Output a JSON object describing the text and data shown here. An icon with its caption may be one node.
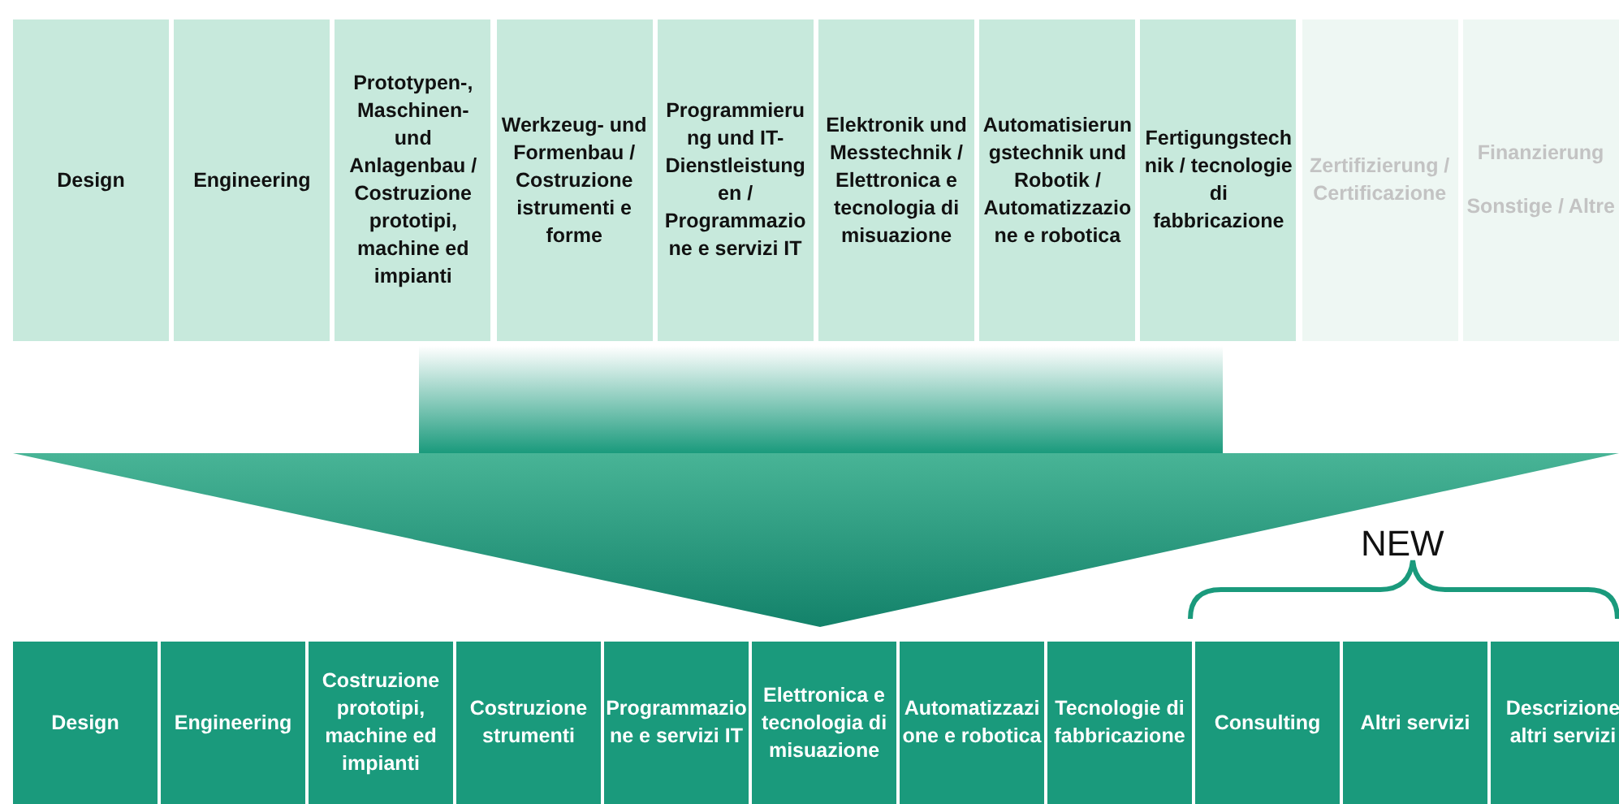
{
  "diagram": {
    "nodes": [
      {
        "text": [
          "Design"
        ]
      },
      {
        "text": [
          "Engineering"
        ]
      },
      {
        "text": [
          "Prototypen-, Maschinen- und Anlagenbau / Costruzione prototipi, machine ed impianti"
        ]
      },
      {
        "text": [
          "Werkzeug- und Formenbau / Costruzione istrumenti e forme"
        ]
      },
      {
        "text": [
          "Programmierung und IT-Dienstleistungen / Programmazione e servizi IT"
        ]
      },
      {
        "text": [
          "Elektronik und Messtechnik / Elettronica e tecnologia di misuazione"
        ]
      },
      {
        "text": [
          "Automatisierungstechnik und Robotik / Automatizzazione e robotica"
        ]
      },
      {
        "text": [
          "Fertigungstechnik / tecnologie di fabbricazione"
        ]
      },
      {
        "text": [
          "Zertifizierung / Certificazione"
        ]
      },
      {
        "text": [
          "Finanzierung",
          "Sonstige / Altre"
        ]
      },
      {
        "text": [
          "Design"
        ]
      },
      {
        "text": [
          "Engineering"
        ]
      },
      {
        "text": [
          "Costruzione prototipi, machine ed impianti"
        ]
      },
      {
        "text": [
          "Costruzione strumenti"
        ]
      },
      {
        "text": [
          "Programmazione e servizi IT"
        ]
      },
      {
        "text": [
          "Elettronica e tecnologia di misuazione"
        ]
      },
      {
        "text": [
          "Automatizzazione e robotica"
        ]
      },
      {
        "text": [
          "Tecnologie di fabbricazione"
        ]
      },
      {
        "text": [
          "Consulting"
        ]
      },
      {
        "text": [
          "Altri servizi"
        ]
      },
      {
        "text": [
          "Descrizione altri servizi"
        ]
      }
    ],
    "labels": [
      "NEW"
    ]
  }
}
